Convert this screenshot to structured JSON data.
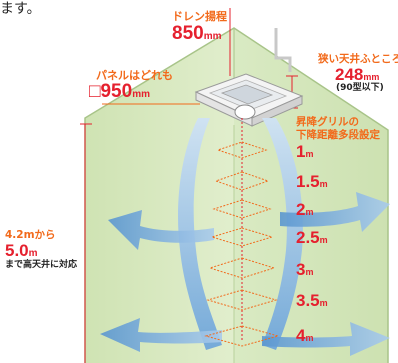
{
  "header_fragment": "ます。",
  "drain": {
    "label": "ドレン揚程",
    "value": "850",
    "unit": "mm"
  },
  "ceiling": {
    "label": "狭い天井ふところ",
    "value": "248",
    "unit": "mm",
    "note": "(90型以下)"
  },
  "panel": {
    "label": "パネルはどれも",
    "prefix": "□",
    "value": "950",
    "unit": "mm"
  },
  "grille": {
    "line1": "昇降グリルの",
    "line2": "下降距離多段設定"
  },
  "height": {
    "line1": "4.2mから",
    "value": "5.0",
    "unit": "m",
    "line3": "まで高天井に対応"
  },
  "drop_levels": [
    {
      "value": "1",
      "unit": "m"
    },
    {
      "value": "1.5",
      "unit": "m"
    },
    {
      "value": "2",
      "unit": "m"
    },
    {
      "value": "2.5",
      "unit": "m"
    },
    {
      "value": "3",
      "unit": "m"
    },
    {
      "value": "3.5",
      "unit": "m"
    },
    {
      "value": "4",
      "unit": "m"
    }
  ],
  "colors": {
    "room_green": "#d8e9bf",
    "room_edge": "#a8c489",
    "airflow_blue": "#6fa6d9",
    "accent_orange": "#f26a1b",
    "accent_red": "#e5202e"
  }
}
